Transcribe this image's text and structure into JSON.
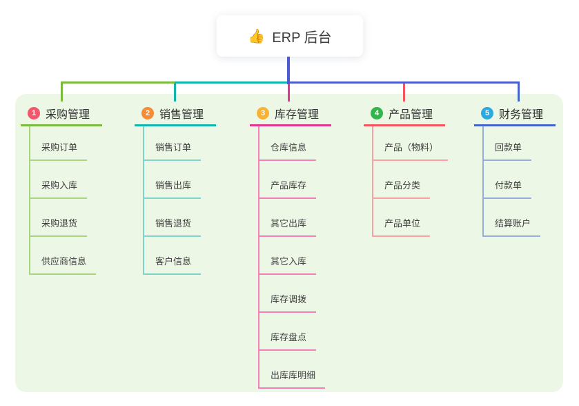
{
  "root": {
    "icon": "👍",
    "label": "ERP 后台",
    "line_color": "#4d5bd0"
  },
  "panel_color": "#edf7e6",
  "branches": [
    {
      "badge": "1",
      "title": "采购管理",
      "badge_color": "#f4566c",
      "line_color": "#7cb93f",
      "child_line_color": "#a8d57f",
      "children": [
        "采购订单",
        "采购入库",
        "采购退货",
        "供应商信息"
      ]
    },
    {
      "badge": "2",
      "title": "销售管理",
      "badge_color": "#f58b35",
      "line_color": "#12b5ab",
      "child_line_color": "#7ed3cb",
      "children": [
        "销售订单",
        "销售出库",
        "销售退货",
        "客户信息"
      ]
    },
    {
      "badge": "3",
      "title": "库存管理",
      "badge_color": "#f9b234",
      "line_color": "#df3790",
      "child_line_color": "#f180ba",
      "children": [
        "仓库信息",
        "产品库存",
        "其它出库",
        "其它入库",
        "库存调拨",
        "库存盘点",
        "出库库明细"
      ]
    },
    {
      "badge": "4",
      "title": "产品管理",
      "badge_color": "#35b44d",
      "line_color": "#f5555e",
      "child_line_color": "#f8a0a4",
      "children": [
        "产品（物料）",
        "产品分类",
        "产品单位"
      ]
    },
    {
      "badge": "5",
      "title": "财务管理",
      "badge_color": "#2ba9e1",
      "line_color": "#4463cd",
      "child_line_color": "#96aede",
      "children": [
        "回款单",
        "付款单",
        "结算账户"
      ]
    }
  ]
}
